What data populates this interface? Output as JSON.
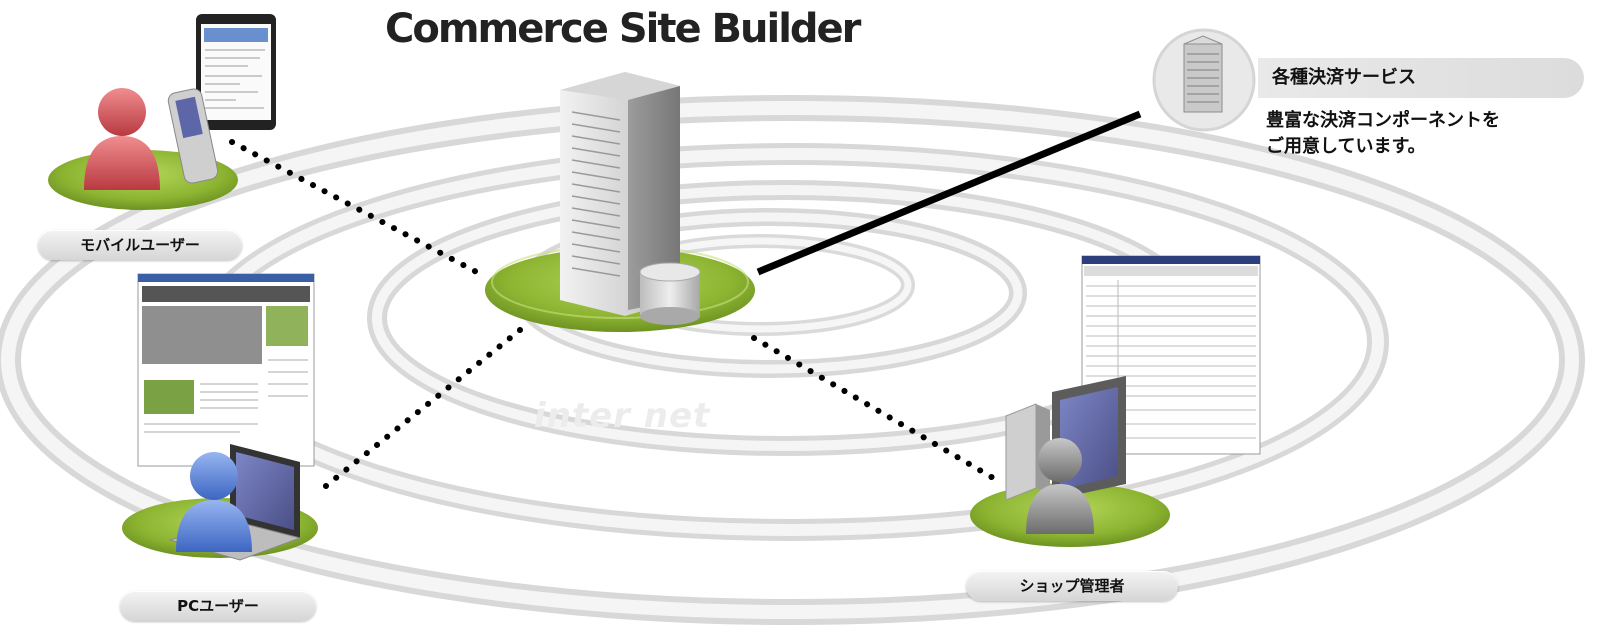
{
  "header": {
    "title": "Commerce Site Builder"
  },
  "center": {
    "network_label": "inter net"
  },
  "payment": {
    "title": "各種決済サービス",
    "description_lines": [
      "豊富な決済コンポーネントを",
      "ご用意しています。"
    ]
  },
  "users": {
    "mobile_label": "モバイルユーザー",
    "pc_label": "PCユーザー",
    "admin_label": "ショップ管理者"
  },
  "colors": {
    "platform_green": "#8cb431",
    "mobile_user": "#d9595f",
    "pc_user": "#5a86d8",
    "admin_user": "#8a8a8a",
    "ring": "#e6e6e6"
  }
}
